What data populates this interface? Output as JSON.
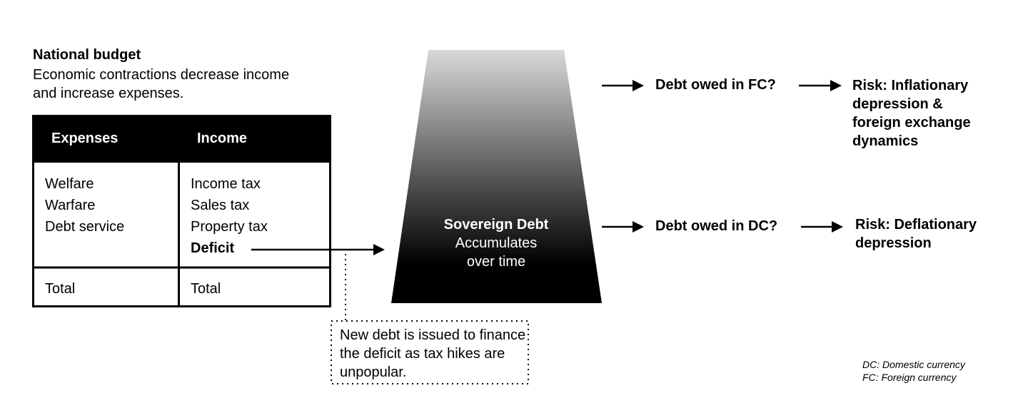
{
  "budget": {
    "title": "National budget",
    "subtitle": "Economic contractions decrease income and increase expenses."
  },
  "table": {
    "expenses_header": "Expenses",
    "income_header": "Income",
    "expenses_items": [
      "Welfare",
      "Warfare",
      "Debt service"
    ],
    "income_items": [
      "Income tax",
      "Sales tax",
      "Property tax"
    ],
    "deficit_label": "Deficit",
    "expenses_total": "Total",
    "income_total": "Total"
  },
  "funnel": {
    "title": "Sovereign Debt",
    "subtitle_line1": "Accumulates",
    "subtitle_line2": "over time"
  },
  "branches": {
    "fc_question": "Debt owed in FC?",
    "fc_risk": "Risk: Inflationary depression & foreign exchange dynamics",
    "dc_question": "Debt owed in DC?",
    "dc_risk": "Risk: Deflationary depression"
  },
  "note": {
    "text": "New debt is issued to finance the deficit as tax hikes are unpopular."
  },
  "legend": {
    "dc": "DC: Domestic currency",
    "fc": "FC: Foreign currency"
  },
  "colors": {
    "ink": "#000000",
    "paper": "#ffffff",
    "funnel_top": "#d9d9d9",
    "funnel_bottom": "#000000"
  }
}
